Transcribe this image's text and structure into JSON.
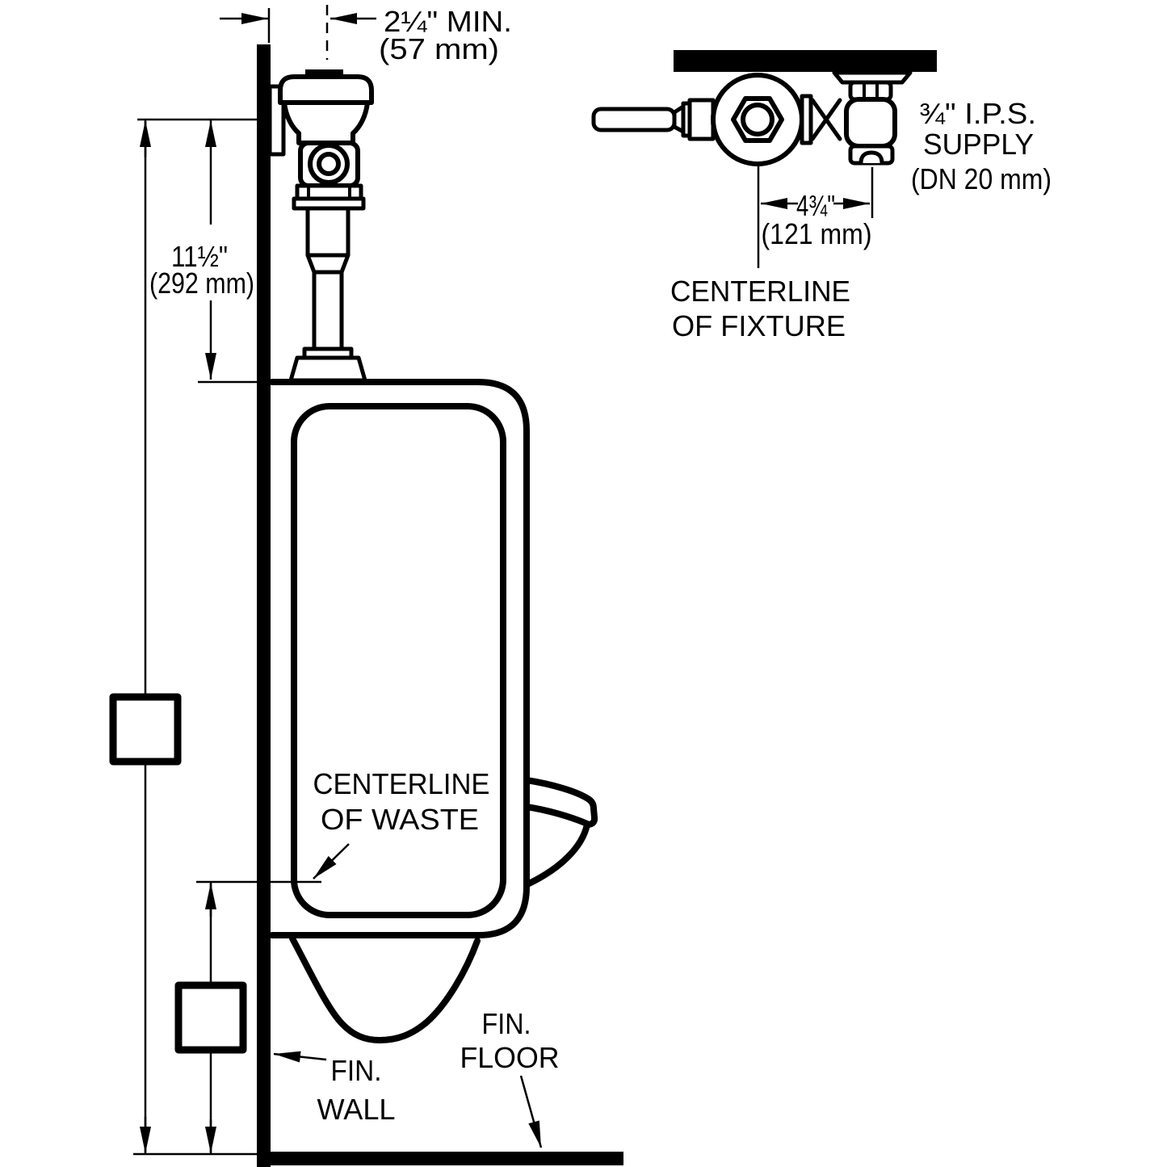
{
  "title": "Urinal flush valve rough-in dimension diagram",
  "colors": {
    "ink": "#000000",
    "paper": "#ffffff"
  },
  "side_view": {
    "wall_offset_dim": {
      "value": "2¼\" MIN.",
      "metric": "(57 mm)"
    },
    "valve_height_dim": {
      "value": "11½\"",
      "metric": "(292 mm)"
    },
    "waste_label": {
      "line1": "CENTERLINE",
      "line2": "OF WASTE"
    },
    "fin_wall_label": {
      "line1": "FIN.",
      "line2": "WALL"
    },
    "fin_floor_label": {
      "line1": "FIN.",
      "line2": "FLOOR"
    }
  },
  "plan_view": {
    "fixture_centerline_dim": {
      "value": "4¾\"",
      "metric": "(121 mm)"
    },
    "supply_label": {
      "line1": "¾\" I.P.S.",
      "line2": "SUPPLY",
      "line3": "(DN 20 mm)"
    },
    "fixture_centerline_label": {
      "line1": "CENTERLINE",
      "line2": "OF FIXTURE"
    }
  }
}
